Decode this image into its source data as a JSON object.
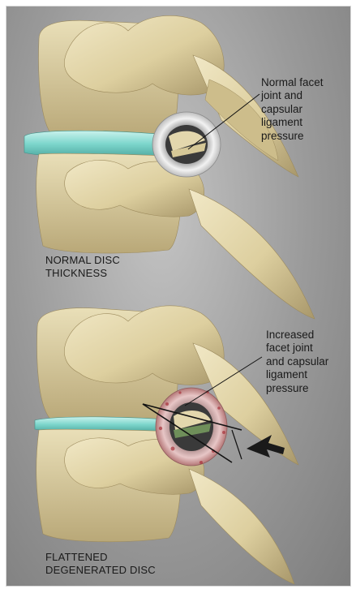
{
  "labels": {
    "normal_callout": "Normal facet\njoint and\ncapsular\nligament\npressure",
    "normal_caption": "NORMAL DISC\nTHICKNESS",
    "increased_callout": "Increased\nfacet joint\nand capsular\nligament\npressure",
    "degenerated_caption": "FLATTENED\nDEGENERATED DISC"
  },
  "colors": {
    "bone": "#ddcf9f",
    "bone_shadow": "#b9a878",
    "bone_highlight": "#f1e8c6",
    "disc": "#7dd6cc",
    "ligament_normal": "#e8e8e8",
    "ligament_inflamed": "#cf8a8a",
    "text": "#1a1a1a"
  }
}
